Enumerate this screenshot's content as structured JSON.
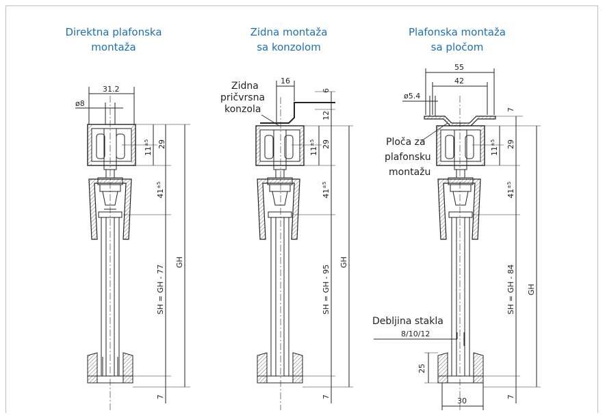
{
  "headings": {
    "left_line1": "Direktna plafonska",
    "left_line2": "montaža",
    "mid_line1": "Zidna montaža",
    "mid_line2": "sa konzolom",
    "right_line1": "Plafonska montaža",
    "right_line2": "sa pločom"
  },
  "labels": {
    "bracket_line1": "Zidna",
    "bracket_line2": "pričvrsna",
    "bracket_line3": "konzola",
    "plate_line1": "Ploča za",
    "plate_line2": "plafonsku",
    "plate_line3": "montažu",
    "glass_thickness": "Debljina stakla"
  },
  "dims": {
    "left_width": "31.2",
    "left_diam": "ø8",
    "left_29": "29",
    "left_11": "11",
    "left_11_tol": "±5",
    "left_41": "41",
    "left_41_tol": "±5",
    "left_sh": "SH = GH - 77",
    "left_gh": "GH",
    "left_7": "7",
    "mid_16": "16",
    "mid_6": "6",
    "mid_12": "12",
    "mid_29": "29",
    "mid_11": "11",
    "mid_11_tol": "±5",
    "mid_41": "41",
    "mid_41_tol": "±5",
    "mid_sh": "SH = GH - 95",
    "mid_gh": "GH",
    "mid_7": "7",
    "right_55": "55",
    "right_42": "42",
    "right_diam": "ø5.4",
    "right_7_top": "7",
    "right_29": "29",
    "right_11": "11",
    "right_11_tol": "±5",
    "right_41": "41",
    "right_41_tol": "±5",
    "right_sh": "SH = GH - 84",
    "right_gh": "GH",
    "right_glass": "8/10/12",
    "right_25": "25",
    "right_30": "30",
    "right_7": "7"
  },
  "colors": {
    "heading": "#1d6fb8",
    "line": "#222222",
    "frame": "#b9bec6"
  }
}
